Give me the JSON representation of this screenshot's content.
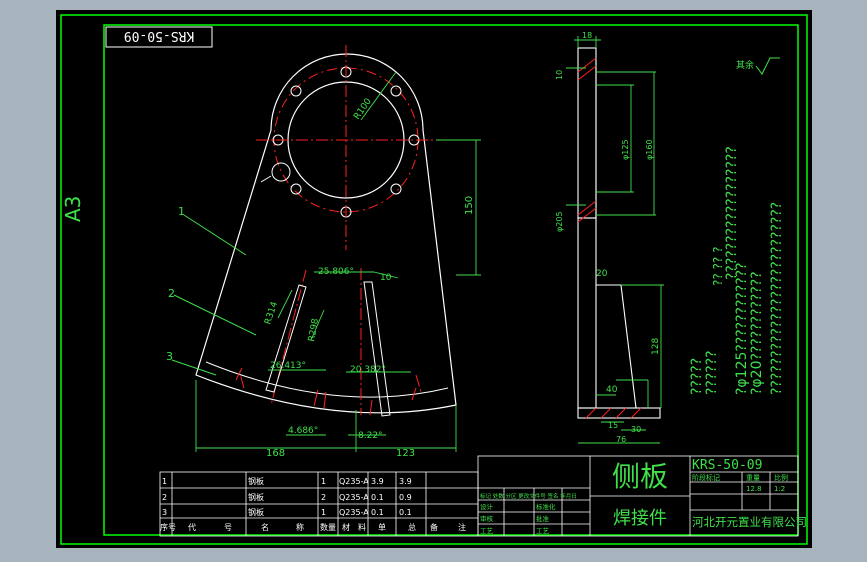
{
  "colors": {
    "background": "#a7b3bd",
    "canvas": "#000000",
    "frame": "#00ff00",
    "geometry": "#ffffff",
    "centerline": "#ff2020",
    "dimension": "#3fe04a"
  },
  "sheet": {
    "size_label": "A3",
    "drawing_number_box": "KRS-50-09"
  },
  "callouts": [
    "1",
    "2",
    "3"
  ],
  "dims": {
    "r100": "R100",
    "d150": "150",
    "ang1": "25.806°",
    "d10": "10",
    "r314": "R314",
    "r298": "R298",
    "ang2": "26.413°",
    "ang3": "20.382°",
    "ang4": "4.686°",
    "ang5": "8.22°",
    "d168": "168",
    "d123": "123",
    "s18": "18",
    "s10": "10",
    "s125": "φ125",
    "s160": "φ160",
    "s205": "φ205",
    "s20": "20",
    "s128": "128",
    "s40": "40",
    "s15": "15",
    "s30": "30",
    "s76": "76",
    "surface_note": "其余"
  },
  "tech_notes": {
    "line1": "?????",
    "line2": "??????????????????????????",
    "line3": "??????????????????",
    "line4": "?? ?? ?",
    "line5": "??????",
    "line6": "?φ125????????????",
    "line7": "?φ20????????????"
  },
  "bom": {
    "rows": [
      {
        "no": "1",
        "mat": "钢板",
        "qty": "1",
        "std": "Q235-A",
        "w1": "3.9",
        "w2": "3.9"
      },
      {
        "no": "2",
        "mat": "钢板",
        "qty": "2",
        "std": "Q235-A",
        "w1": "0.1",
        "w2": "0.9"
      },
      {
        "no": "3",
        "mat": "钢板",
        "qty": "1",
        "std": "Q235-A",
        "w1": "0.1",
        "w2": "0.1"
      }
    ],
    "header": {
      "no": "序号",
      "code": "代",
      "code2": "号",
      "name": "名",
      "name2": "称",
      "qty": "数量",
      "mat": "材",
      "mat2": "料",
      "single": "单",
      "total": "总",
      "remark": "备",
      "remark2": "注"
    }
  },
  "title_block": {
    "part_name": "侧板",
    "part_type": "焊接件",
    "drawing_no": "KRS-50-09",
    "company": "河北开元置业有限公司",
    "stage_label": "阶段标记",
    "weight_label": "重量",
    "scale_label": "比例",
    "weight": "12.8",
    "scale": "1:2",
    "sign_row": "标记 处数 分区 更改文件号 签名 年月日",
    "design": "设计",
    "check": "审核",
    "process": "工艺",
    "standard": "标准化",
    "approve": "批准",
    "craft": "工艺"
  }
}
